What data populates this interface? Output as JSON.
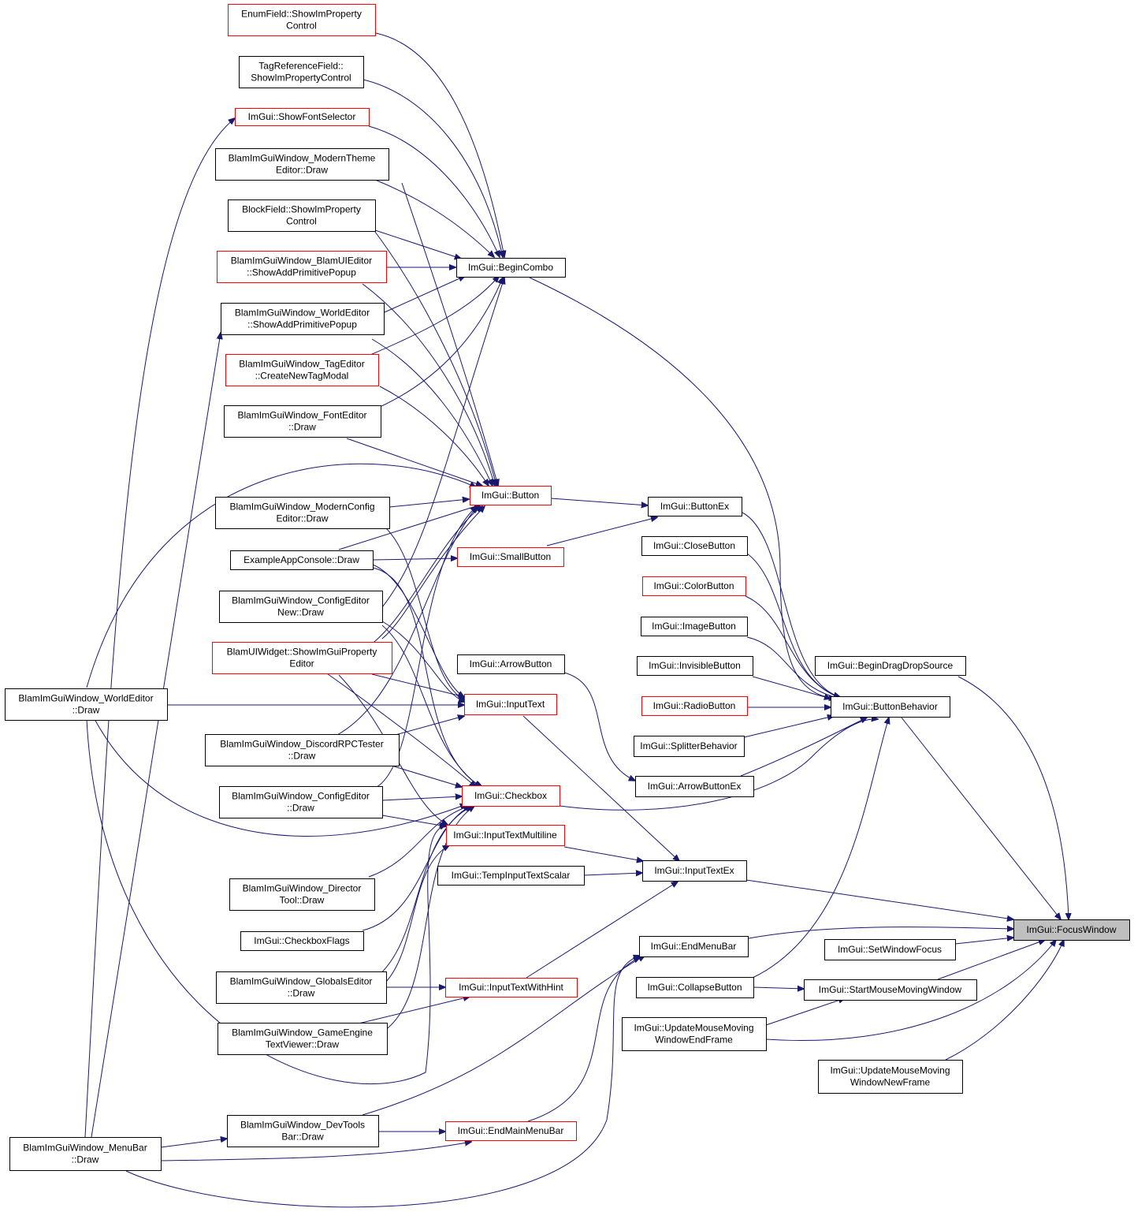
{
  "colors": {
    "edge": "#191970",
    "node_fill": "#ffffff",
    "node_border": "#000000",
    "node_border_truncated": "#ff0000",
    "focus_fill": "#bfbfbf"
  },
  "nodes": [
    {
      "id": "n1",
      "label": [
        "EnumField::ShowImProperty",
        "Control"
      ],
      "red": true
    },
    {
      "id": "n2",
      "label": [
        "TagReferenceField::",
        "ShowImPropertyControl"
      ],
      "red": false
    },
    {
      "id": "n3",
      "label": [
        "ImGui::ShowFontSelector"
      ],
      "red": true
    },
    {
      "id": "n4",
      "label": [
        "BlamImGuiWindow_ModernTheme",
        "Editor::Draw"
      ],
      "red": false
    },
    {
      "id": "n5",
      "label": [
        "BlockField::ShowImProperty",
        "Control"
      ],
      "red": false
    },
    {
      "id": "n6",
      "label": [
        "BlamImGuiWindow_BlamUIEditor",
        "::ShowAddPrimitivePopup"
      ],
      "red": true
    },
    {
      "id": "n7",
      "label": [
        "BlamImGuiWindow_WorldEditor",
        "::ShowAddPrimitivePopup"
      ],
      "red": false
    },
    {
      "id": "n8",
      "label": [
        "BlamImGuiWindow_TagEditor",
        "::CreateNewTagModal"
      ],
      "red": true
    },
    {
      "id": "n9",
      "label": [
        "BlamImGuiWindow_FontEditor",
        "::Draw"
      ],
      "red": false
    },
    {
      "id": "n10",
      "label": [
        "BlamImGuiWindow_ModernConfig",
        "Editor::Draw"
      ],
      "red": false
    },
    {
      "id": "n11",
      "label": [
        "ExampleAppConsole::Draw"
      ],
      "red": false
    },
    {
      "id": "n12",
      "label": [
        "BlamImGuiWindow_ConfigEditor",
        "New::Draw"
      ],
      "red": false
    },
    {
      "id": "n13",
      "label": [
        "BlamUIWidget::ShowImGuiProperty",
        "Editor"
      ],
      "red": true
    },
    {
      "id": "n14",
      "label": [
        "BlamImGuiWindow_WorldEditor",
        "::Draw"
      ],
      "red": false
    },
    {
      "id": "n15",
      "label": [
        "BlamImGuiWindow_DiscordRPCTester",
        "::Draw"
      ],
      "red": false
    },
    {
      "id": "n16",
      "label": [
        "BlamImGuiWindow_ConfigEditor",
        "::Draw"
      ],
      "red": false
    },
    {
      "id": "n17",
      "label": [
        "BlamImGuiWindow_Director",
        "Tool::Draw"
      ],
      "red": false
    },
    {
      "id": "n18",
      "label": [
        "ImGui::CheckboxFlags"
      ],
      "red": false
    },
    {
      "id": "n19",
      "label": [
        "BlamImGuiWindow_GlobalsEditor",
        "::Draw"
      ],
      "red": false
    },
    {
      "id": "n20",
      "label": [
        "BlamImGuiWindow_GameEngine",
        "TextViewer::Draw"
      ],
      "red": false
    },
    {
      "id": "n21",
      "label": [
        "BlamImGuiWindow_DevTools",
        "Bar::Draw"
      ],
      "red": false
    },
    {
      "id": "n22",
      "label": [
        "BlamImGuiWindow_MenuBar",
        "::Draw"
      ],
      "red": false
    },
    {
      "id": "n23",
      "label": [
        "ImGui::BeginCombo"
      ],
      "red": false
    },
    {
      "id": "n24",
      "label": [
        "ImGui::Button"
      ],
      "red": true
    },
    {
      "id": "n25",
      "label": [
        "ImGui::SmallButton"
      ],
      "red": true
    },
    {
      "id": "n26",
      "label": [
        "ImGui::ArrowButton"
      ],
      "red": false
    },
    {
      "id": "n27",
      "label": [
        "ImGui::InputText"
      ],
      "red": true
    },
    {
      "id": "n28",
      "label": [
        "ImGui::Checkbox"
      ],
      "red": true
    },
    {
      "id": "n29",
      "label": [
        "ImGui::InputTextMultiline"
      ],
      "red": true
    },
    {
      "id": "n30",
      "label": [
        "ImGui::TempInputTextScalar"
      ],
      "red": false
    },
    {
      "id": "n31",
      "label": [
        "ImGui::InputTextWithHint"
      ],
      "red": true
    },
    {
      "id": "n32",
      "label": [
        "ImGui::EndMainMenuBar"
      ],
      "red": true
    },
    {
      "id": "n33",
      "label": [
        "ImGui::ButtonEx"
      ],
      "red": false
    },
    {
      "id": "n34",
      "label": [
        "ImGui::CloseButton"
      ],
      "red": false
    },
    {
      "id": "n35",
      "label": [
        "ImGui::ColorButton"
      ],
      "red": true
    },
    {
      "id": "n36",
      "label": [
        "ImGui::ImageButton"
      ],
      "red": false
    },
    {
      "id": "n37",
      "label": [
        "ImGui::InvisibleButton"
      ],
      "red": false
    },
    {
      "id": "n38",
      "label": [
        "ImGui::RadioButton"
      ],
      "red": true
    },
    {
      "id": "n39",
      "label": [
        "ImGui::SplitterBehavior"
      ],
      "red": false
    },
    {
      "id": "n40",
      "label": [
        "ImGui::ArrowButtonEx"
      ],
      "red": false
    },
    {
      "id": "n41",
      "label": [
        "ImGui::InputTextEx"
      ],
      "red": false
    },
    {
      "id": "n42",
      "label": [
        "ImGui::EndMenuBar"
      ],
      "red": false
    },
    {
      "id": "n43",
      "label": [
        "ImGui::CollapseButton"
      ],
      "red": false
    },
    {
      "id": "n44",
      "label": [
        "ImGui::UpdateMouseMoving",
        "WindowEndFrame"
      ],
      "red": false
    },
    {
      "id": "n45",
      "label": [
        "ImGui::BeginDragDropSource"
      ],
      "red": false
    },
    {
      "id": "n46",
      "label": [
        "ImGui::ButtonBehavior"
      ],
      "red": false
    },
    {
      "id": "n47",
      "label": [
        "ImGui::SetWindowFocus"
      ],
      "red": false
    },
    {
      "id": "n48",
      "label": [
        "ImGui::StartMouseMovingWindow"
      ],
      "red": false
    },
    {
      "id": "n49",
      "label": [
        "ImGui::UpdateMouseMoving",
        "WindowNewFrame"
      ],
      "red": false
    },
    {
      "id": "n50",
      "label": [
        "ImGui::FocusWindow"
      ],
      "red": false,
      "focus": true
    }
  ]
}
